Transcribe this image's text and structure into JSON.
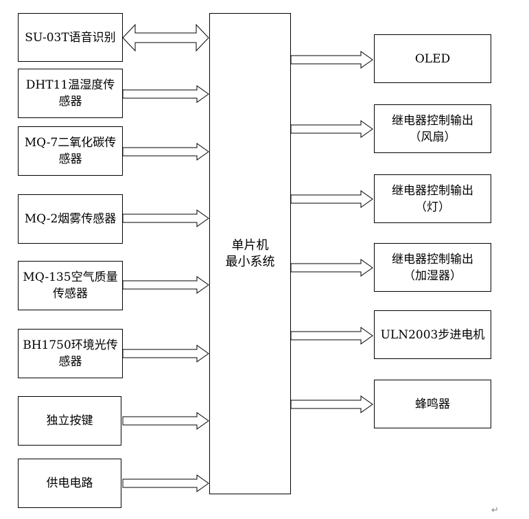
{
  "mcu": {
    "line1": "单片机",
    "line2": "最小系统"
  },
  "inputs": [
    {
      "id": "su03t",
      "lines": [
        "SU-03T语音识别"
      ]
    },
    {
      "id": "dht11",
      "lines": [
        "DHT11温湿度传",
        "感器"
      ]
    },
    {
      "id": "mq7",
      "lines": [
        "MQ-7二氧化碳传",
        "感器"
      ]
    },
    {
      "id": "mq2",
      "lines": [
        "MQ-2烟雾传感器"
      ]
    },
    {
      "id": "mq135",
      "lines": [
        "MQ-135空气质量",
        "传感器"
      ]
    },
    {
      "id": "bh1750",
      "lines": [
        "BH1750环境光传",
        "感器"
      ]
    },
    {
      "id": "key",
      "lines": [
        "独立按键"
      ]
    },
    {
      "id": "power",
      "lines": [
        "供电电路"
      ]
    }
  ],
  "outputs": [
    {
      "id": "oled",
      "lines": [
        "OLED"
      ]
    },
    {
      "id": "fan",
      "lines": [
        "继电器控制输出",
        "（风扇）"
      ]
    },
    {
      "id": "lamp",
      "lines": [
        "继电器控制输出",
        "（灯）"
      ]
    },
    {
      "id": "humid",
      "lines": [
        "继电器控制输出",
        "（加湿器）"
      ]
    },
    {
      "id": "motor",
      "lines": [
        "ULN2003步进电机"
      ]
    },
    {
      "id": "buzzer",
      "lines": [
        "蜂鸣器"
      ]
    }
  ],
  "paragraph_mark": "↵"
}
